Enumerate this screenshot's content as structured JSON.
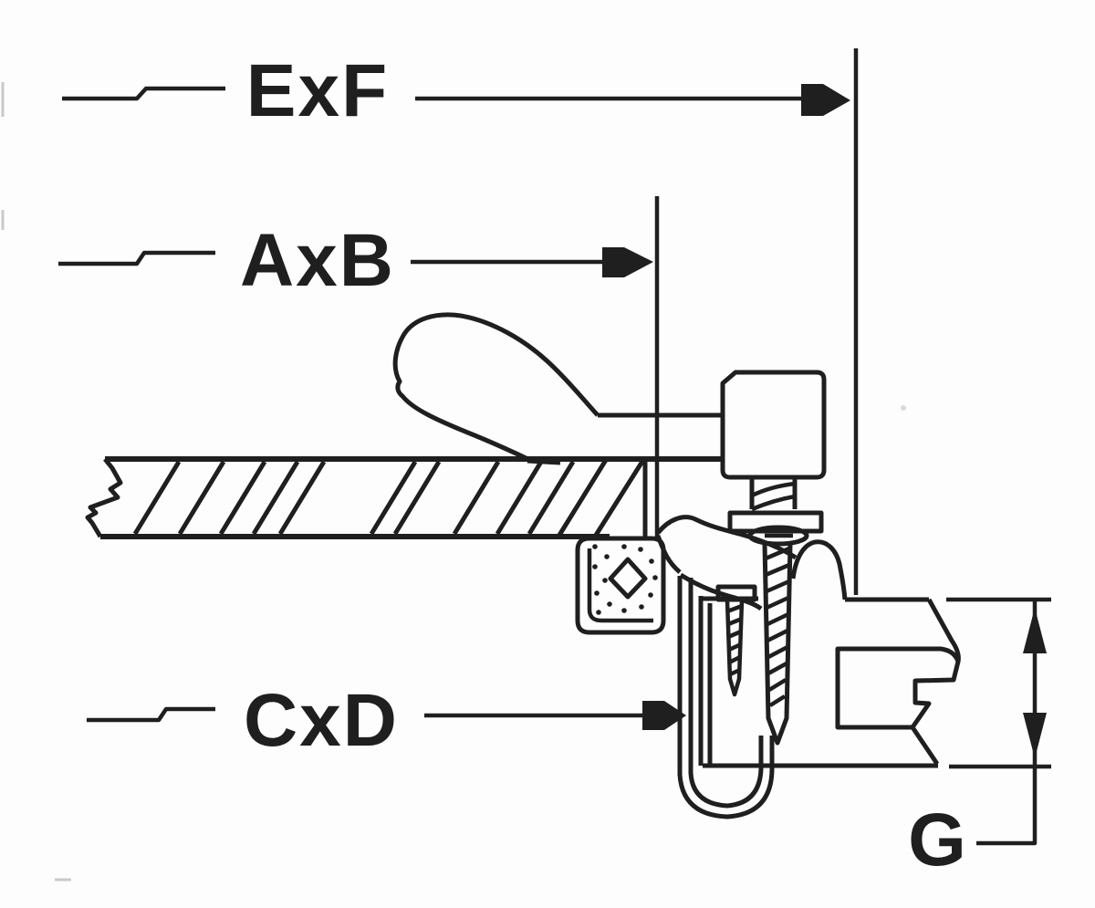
{
  "labels": {
    "exf": "ExF",
    "axb": "AxB",
    "cxd": "CxD",
    "g": "G"
  },
  "colors": {
    "background": "#fdfdfd",
    "line": "#1f1f1f",
    "speck": "#c9c9c9"
  }
}
